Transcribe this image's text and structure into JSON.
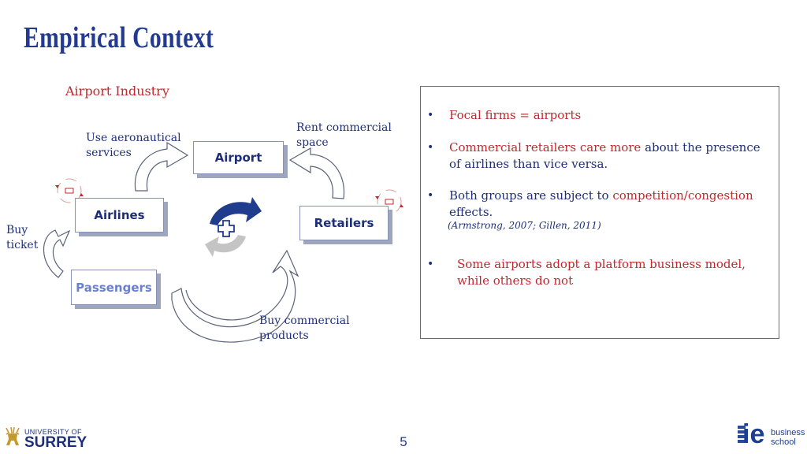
{
  "slide": {
    "title": "Empirical Context",
    "section_label": "Airport Industry",
    "page_number": "5"
  },
  "diagram": {
    "nodes": {
      "airport": "Airport",
      "airlines": "Airlines",
      "retailers": "Retailers",
      "passengers": "Passengers"
    },
    "captions": {
      "aero_line1": "Use aeronautical",
      "aero_line2": "services",
      "rent_line1": "Rent commercial",
      "rent_line2": "space",
      "buy_ticket_line1": "Buy",
      "buy_ticket_line2": "ticket",
      "buy_products_line1": "Buy commercial",
      "buy_products_line2": "products"
    }
  },
  "bullets": {
    "b1": "Focal firms = airports",
    "b2_red": "Commercial retailers care more",
    "b2_rest": " about the presence of airlines than vice versa.",
    "b3_start": "Both groups are subject to ",
    "b3_red": "competition/congestion",
    "b3_end": " effects.",
    "b3_citation": "(Armstrong, 2007; Gillen, 2011)",
    "b4": "Some airports adopt a platform business model, while others do not",
    "marker": "•"
  },
  "logos": {
    "surrey_line1": "UNIVERSITY OF",
    "surrey_line2": "SURREY",
    "ie_mark": "ie",
    "ie_line1": "business",
    "ie_line2": "school"
  },
  "colors": {
    "title_blue": "#223a8f",
    "text_navy": "#1e2f78",
    "accent_red": "#c0282d",
    "passengers_blue": "#6a7fd0",
    "cycle_dark": "#1f3d8c",
    "cycle_light": "#c4c4c4"
  },
  "icons": [
    "money-cycle-icon",
    "circular-arrow-icon",
    "curved-arrow-icon",
    "first-aid-cross-icon"
  ]
}
